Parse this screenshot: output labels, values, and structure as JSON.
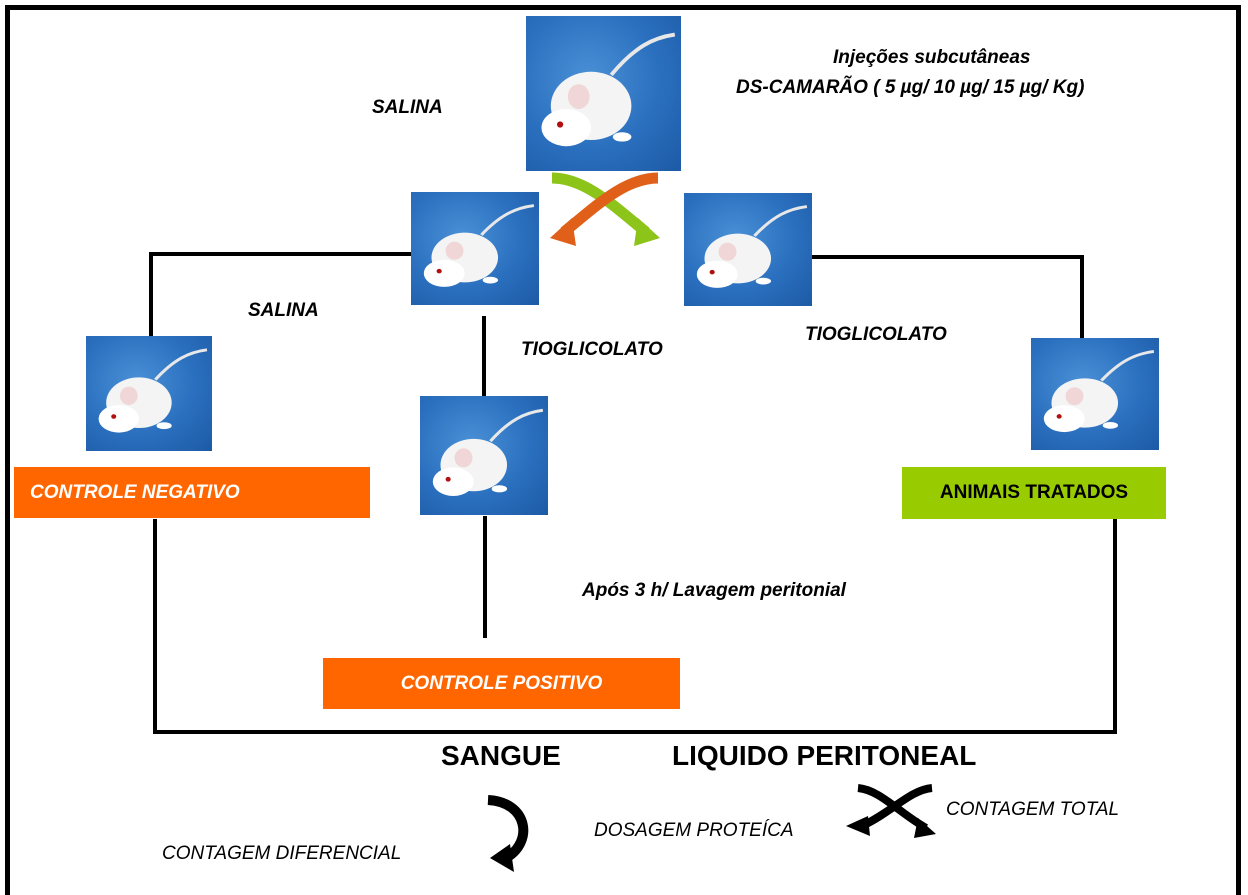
{
  "labels": {
    "injecoes_line1": "Injeções subcutâneas",
    "injecoes_line2": "DS-CAMARÃO (  5 µg/ 10 µg/ 15 µg/ Kg)",
    "salina_top": "SALINA",
    "salina_left": "SALINA",
    "tioglicolato_center": "TIOGLICOLATO",
    "tioglicolato_right": "TIOGLICOLATO",
    "apos": "Após 3 h/ Lavagem peritonial"
  },
  "boxes": {
    "controle_negativo": "CONTROLE NEGATIVO",
    "animais_tratados": "ANIMAIS TRATADOS",
    "controle_positivo": "CONTROLE POSITIVO"
  },
  "outputs": {
    "sangue": "SANGUE",
    "liquido": "LIQUIDO PERITONEAL",
    "contagem_diferencial": "CONTAGEM DIFERENCIAL",
    "dosagem_proteica": "DOSAGEM PROTEÍCA",
    "contagem_total": "CONTAGEM TOTAL"
  },
  "colors": {
    "orange": "#ff6600",
    "green": "#99cc00",
    "arrow_orange": "#e0601a",
    "arrow_green": "#8cc41a",
    "mouse_bg": "#2a6fbe"
  },
  "icons": {
    "mouse": "white-mouse-photo",
    "curved_arrow": "curved-arrow-icon"
  }
}
